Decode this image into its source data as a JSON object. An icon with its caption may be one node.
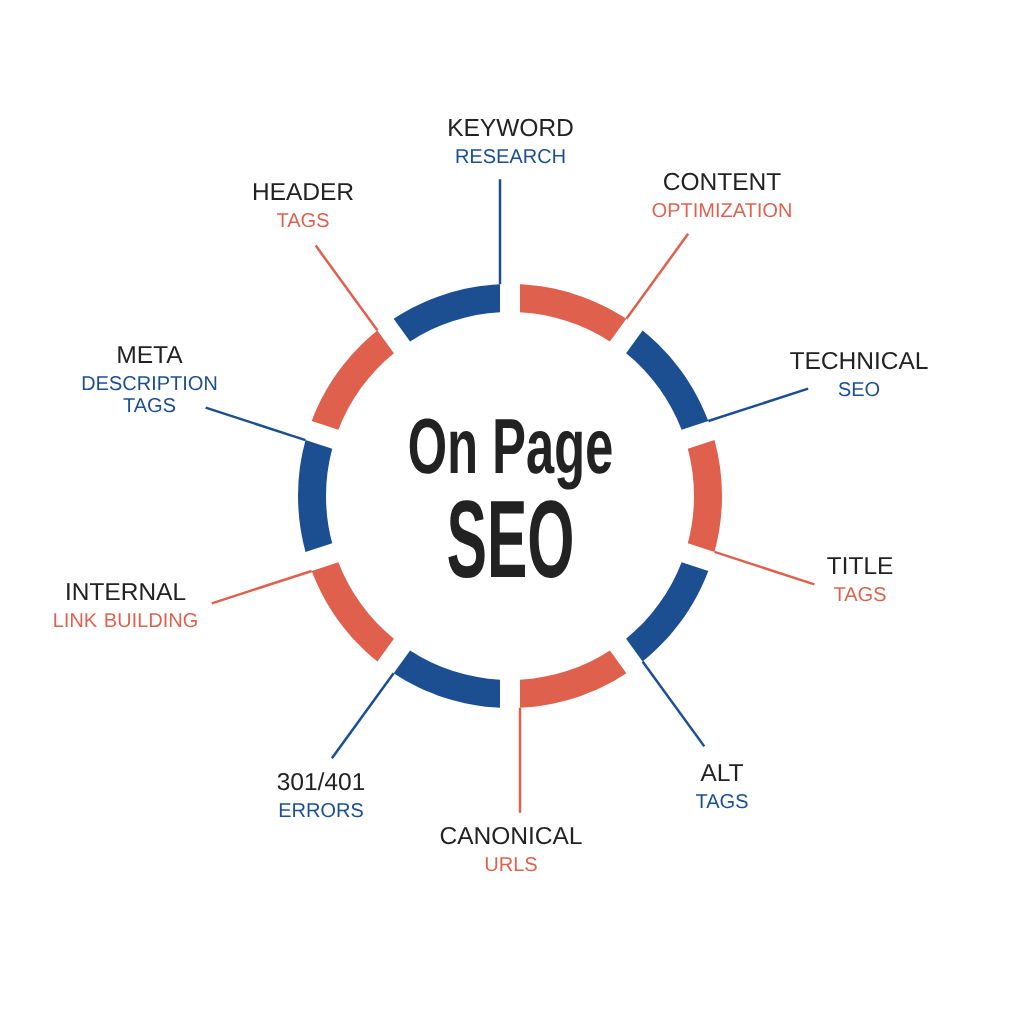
{
  "diagram": {
    "nodes": [
      {
        "text": [
          "KEYWORD",
          "RESEARCH"
        ]
      },
      {
        "text": [
          "CONTENT",
          "OPTIMIZATION"
        ]
      },
      {
        "text": [
          "TECHNICAL",
          "SEO"
        ]
      },
      {
        "text": [
          "TITLE",
          "TAGS"
        ]
      },
      {
        "text": [
          "ALT",
          "TAGS"
        ]
      },
      {
        "text": [
          "CANONICAL",
          "URLS"
        ]
      },
      {
        "text": [
          "301/401",
          "ERRORS"
        ]
      },
      {
        "text": [
          "INTERNAL",
          "LINK BUILDING"
        ]
      },
      {
        "text": [
          "META",
          "DESCRIPTION TAGS"
        ]
      },
      {
        "text": [
          "HEADER",
          "TAGS"
        ]
      },
      {
        "text": [],
        "shape": "arc"
      },
      {
        "text": [],
        "shape": "arc"
      },
      {
        "text": [],
        "shape": "arc"
      },
      {
        "text": [],
        "shape": "arc"
      },
      {
        "text": [],
        "shape": "arc"
      },
      {
        "text": [],
        "shape": "arc"
      },
      {
        "text": [],
        "shape": "arc"
      },
      {
        "text": [],
        "shape": "arc"
      },
      {
        "text": [],
        "shape": "arc"
      },
      {
        "text": [],
        "shape": "arc"
      }
    ],
    "edges": [
      {
        "from": 0,
        "to": 10,
        "arrow": "none",
        "color": "#1b4f91"
      },
      {
        "from": 1,
        "to": 11,
        "arrow": "none",
        "color": "#e0604e"
      },
      {
        "from": 2,
        "to": 12,
        "arrow": "none",
        "color": "#1b4f91"
      },
      {
        "from": 3,
        "to": 13,
        "arrow": "none",
        "color": "#e0604e"
      },
      {
        "from": 4,
        "to": 14,
        "arrow": "none",
        "color": "#1b4f91"
      },
      {
        "from": 5,
        "to": 15,
        "arrow": "none",
        "color": "#e0604e"
      },
      {
        "from": 6,
        "to": 16,
        "arrow": "none",
        "color": "#1b4f91"
      },
      {
        "from": 7,
        "to": 17,
        "arrow": "none",
        "color": "#e0604e"
      },
      {
        "from": 8,
        "to": 18,
        "arrow": "none",
        "color": "#1b4f91"
      },
      {
        "from": 9,
        "to": 19,
        "arrow": "none",
        "color": "#e0604e"
      }
    ],
    "labels": [
      "On Page",
      "SEO"
    ]
  }
}
